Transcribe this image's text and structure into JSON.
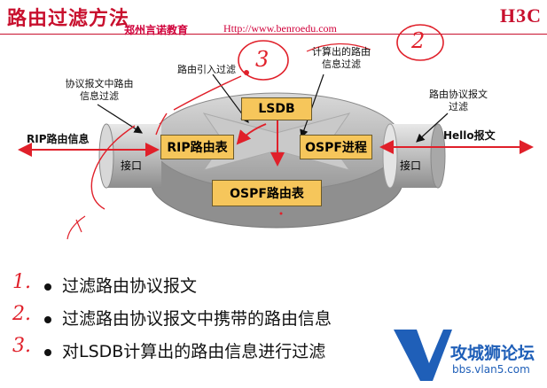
{
  "header": {
    "title": "路由过滤方法",
    "brand": "H3C",
    "watermark_cn": "郑州言诺教育",
    "watermark_url": "Http://www.benroedu.com"
  },
  "diagram": {
    "left_pipe_label": "RIP路由信息",
    "left_interface": "接口",
    "right_pipe_label": "Hello报文",
    "right_interface": "接口",
    "rip_table": "RIP路由表",
    "lsdb": "LSDB",
    "ospf_process": "OSPF进程",
    "ospf_table": "OSPF路由表",
    "callout_protocol_msg": [
      "协议报文中路由",
      "信息过滤"
    ],
    "callout_route_import": "路由引入过滤",
    "callout_computed": [
      "计算出的路由",
      "信息过滤"
    ],
    "callout_proto_filter": [
      "路由协议报文",
      "过滤"
    ]
  },
  "bullets": [
    "过滤路由协议报文",
    "过滤路由协议报文中携带的路由信息",
    "对LSDB计算出的路由信息进行过滤"
  ],
  "handwriting": {
    "mark_1": "1.",
    "mark_2": "2.",
    "mark_3": "3.",
    "circle_3": "3",
    "circle_2": "2"
  },
  "logo": {
    "text": "攻城狮论坛",
    "url": "bbs.vlan5.com"
  },
  "colors": {
    "brand_red": "#c8102e",
    "box_fill": "#f6c65b",
    "arrow_red": "#e0202a",
    "logo_blue": "#1f5fb8"
  }
}
